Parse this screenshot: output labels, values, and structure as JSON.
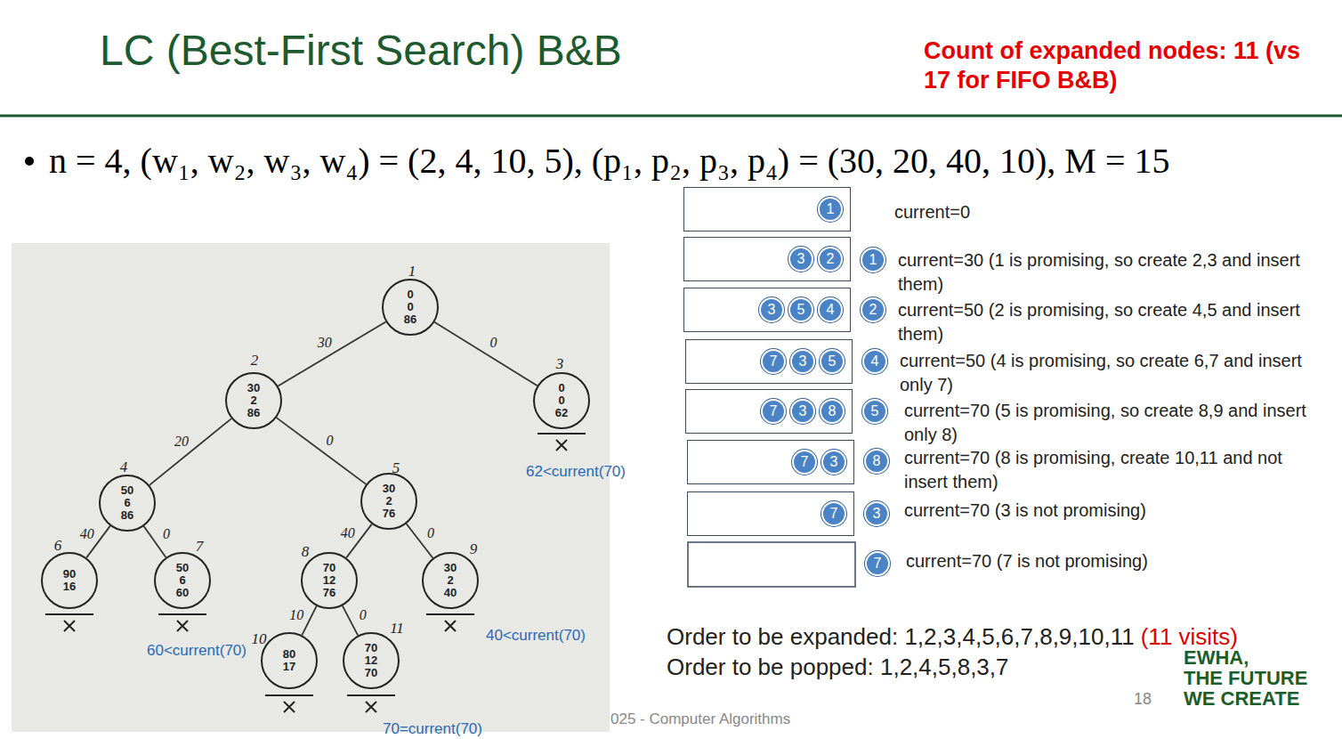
{
  "diagram": {
    "title": "LC (Best-First Search) B&B",
    "nodes": [
      {
        "text": [
          "1",
          "0 0 86"
        ]
      },
      {
        "text": [
          "2",
          "30 2 86"
        ]
      },
      {
        "text": [
          "3",
          "0 0 62"
        ]
      },
      {
        "text": [
          "4",
          "50 6 86"
        ]
      },
      {
        "text": [
          "5",
          "30 2 76"
        ]
      },
      {
        "text": [
          "6",
          "90 16"
        ]
      },
      {
        "text": [
          "7",
          "50 6 60"
        ]
      },
      {
        "text": [
          "8",
          "70 12 76"
        ]
      },
      {
        "text": [
          "9",
          "30 2 40"
        ]
      },
      {
        "text": [
          "10",
          "80 17"
        ]
      },
      {
        "text": [
          "11",
          "70 12 70"
        ]
      },
      {
        "text": []
      },
      {
        "text": [
          "1"
        ],
        "in": 11
      },
      {
        "text": []
      },
      {
        "text": [
          "3"
        ],
        "in": 13
      },
      {
        "text": [
          "2"
        ],
        "in": 13
      },
      {
        "text": [
          "1"
        ]
      },
      {
        "text": []
      },
      {
        "text": [
          "3"
        ],
        "in": 17
      },
      {
        "text": [
          "5"
        ],
        "in": 17
      },
      {
        "text": [
          "4"
        ],
        "in": 17
      },
      {
        "text": [
          "2"
        ]
      },
      {
        "text": []
      },
      {
        "text": [
          "7"
        ],
        "in": 22
      },
      {
        "text": [
          "3"
        ],
        "in": 22
      },
      {
        "text": [
          "5"
        ],
        "in": 22
      },
      {
        "text": [
          "4"
        ]
      },
      {
        "text": []
      },
      {
        "text": [
          "7"
        ],
        "in": 27
      },
      {
        "text": [
          "3"
        ],
        "in": 27
      },
      {
        "text": [
          "8"
        ],
        "in": 27
      },
      {
        "text": [
          "5"
        ]
      },
      {
        "text": []
      },
      {
        "text": [
          "7"
        ],
        "in": 32
      },
      {
        "text": [
          "3"
        ],
        "in": 32
      },
      {
        "text": [
          "8"
        ]
      },
      {
        "text": []
      },
      {
        "text": [
          "7"
        ],
        "in": 36
      },
      {
        "text": [
          "3"
        ]
      },
      {
        "text": [
          "7"
        ]
      }
    ],
    "edges": [
      {
        "from": 0,
        "to": 1,
        "label": "30",
        "arrow": "none"
      },
      {
        "from": 0,
        "to": 2,
        "label": "0",
        "arrow": "none"
      },
      {
        "from": 1,
        "to": 3,
        "label": "20",
        "arrow": "none"
      },
      {
        "from": 1,
        "to": 4,
        "label": "0",
        "arrow": "none"
      },
      {
        "from": 3,
        "to": 5,
        "label": "40",
        "arrow": "none"
      },
      {
        "from": 3,
        "to": 6,
        "label": "0",
        "arrow": "none"
      },
      {
        "from": 4,
        "to": 7,
        "label": "40",
        "arrow": "none"
      },
      {
        "from": 4,
        "to": 8,
        "label": "0",
        "arrow": "none"
      },
      {
        "from": 7,
        "to": 9,
        "label": "10",
        "arrow": "none"
      },
      {
        "from": 7,
        "to": 10,
        "label": "0",
        "arrow": "none"
      }
    ],
    "labels": [
      "n = 4, (w₁, w₂, w₃, w₄) = (2, 4, 10, 5), (p₁, p₂, p₃, p₄) = (30, 20, 40, 10), M = 15",
      "Count of expanded nodes: 11 (vs 17 for FIFO B&B)",
      "62<current(70)",
      "60<current(70)",
      "40<current(70)",
      "70=current(70)",
      "current=0",
      "current=30 (1 is promising, so create 2,3 and insert them)",
      "current=50 (2 is promising, so create 4,5 and insert them)",
      "current=50 (4 is promising, so create 6,7 and insert only 7)",
      "current=70 (5 is promising, so create 8,9 and insert only 8)",
      "current=70 (8 is promising, create 10,11 and not insert them)",
      "current=70 (3 is not promising)",
      "current=70 (7 is not promising)",
      "Order to be expanded: 1,2,3,4,5,6,7,8,9,10,11",
      "(11 visits)",
      "Order to be popped: 1,2,4,5,8,3,7",
      "EWHA,",
      "THE FUTURE",
      "WE CREATE",
      "18",
      "025 - Computer Algorithms"
    ]
  }
}
